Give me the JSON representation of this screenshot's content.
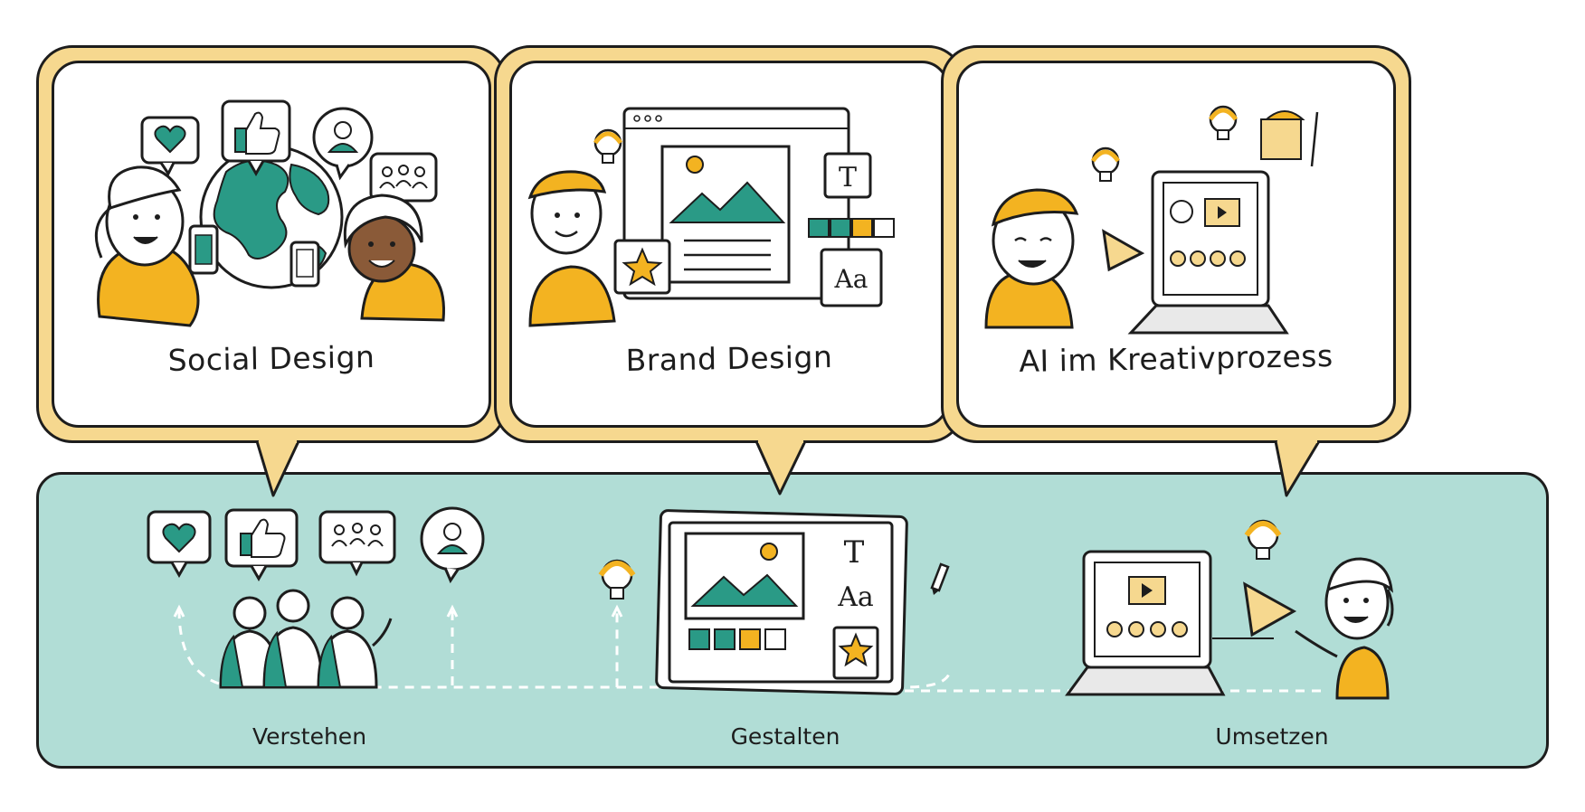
{
  "cards": [
    {
      "title": "Social Design"
    },
    {
      "title": "Brand Design"
    },
    {
      "title": "AI im Kreativprozess"
    }
  ],
  "stages": [
    {
      "label": "Verstehen"
    },
    {
      "label": "Gestalten"
    },
    {
      "label": "Umsetzen"
    }
  ],
  "icons": {
    "brand_t_letter": "T",
    "brand_type_sample": "Aa",
    "stage_t_letter": "T",
    "stage_type_sample": "Aa"
  },
  "colors": {
    "teal": "#2a9a86",
    "yellow": "#f3b321",
    "card_frame": "#f6d88f",
    "panel": "#b1ddd6",
    "ink": "#1d1d1d"
  }
}
